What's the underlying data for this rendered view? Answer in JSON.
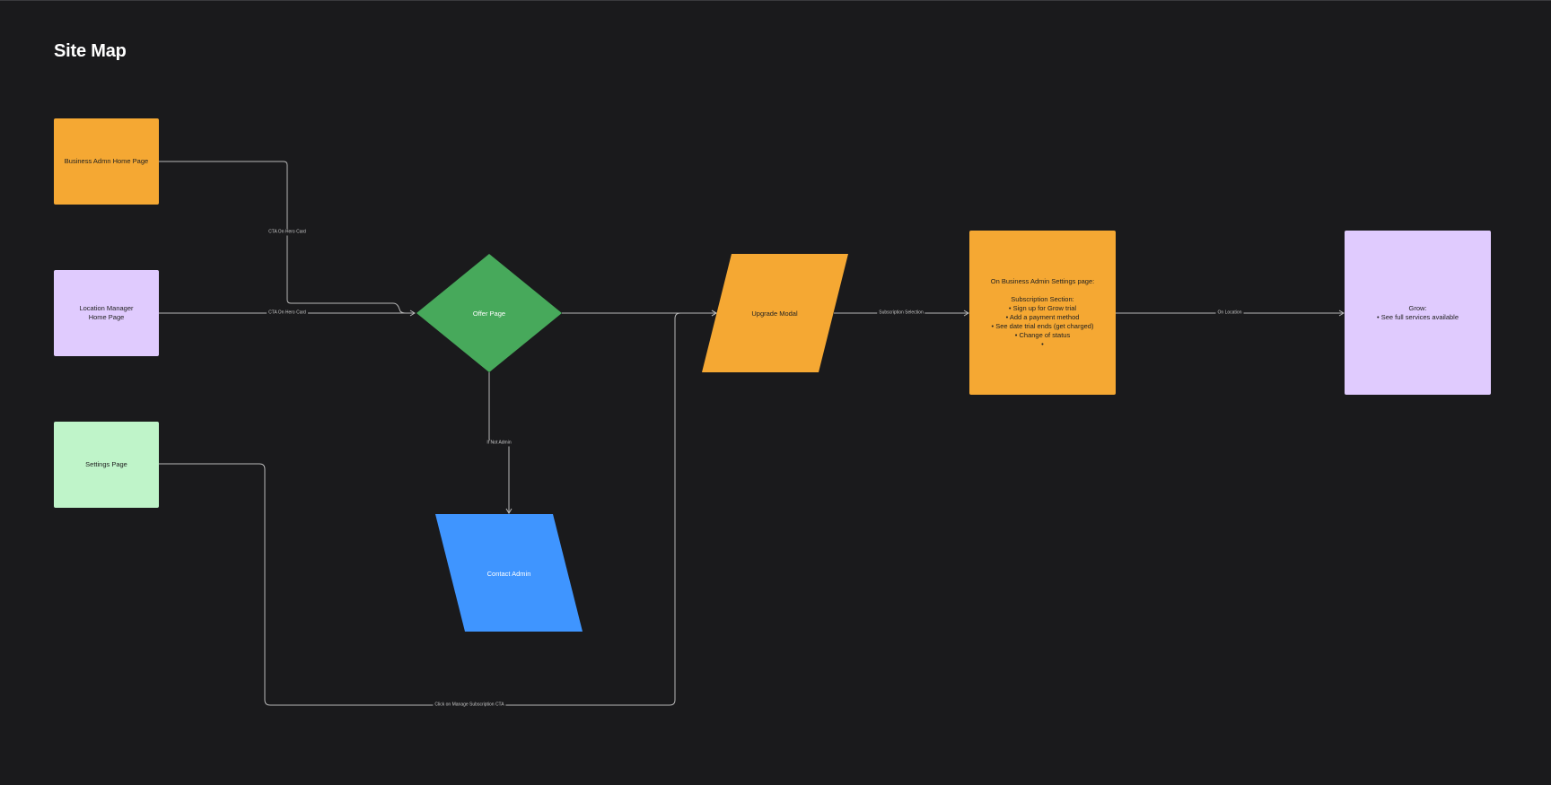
{
  "page": {
    "title": "Site Map"
  },
  "colors": {
    "background": "#1a1a1c",
    "orange": "#f5a833",
    "lavender": "#e0cbfe",
    "mint": "#bff4c9",
    "green": "#47a95b",
    "blue": "#3f95ff",
    "connector": "#b8b8b8"
  },
  "nodes": {
    "business_admin_home": {
      "label": "Business Admn Home Page"
    },
    "location_manager_home": {
      "label_line1": "Location Manager",
      "label_line2": "Home Page"
    },
    "settings_page": {
      "label": "Settings Page"
    },
    "offer_page": {
      "label": "Offer Page"
    },
    "contact_admin": {
      "label": "Contact Admin"
    },
    "upgrade_modal": {
      "label": "Upgrade Modal"
    },
    "settings_details": {
      "heading": "On Business Admin Settings page:",
      "subheading": "Subscription Section:",
      "items": [
        "Sign up for Grow trial",
        "Add a payment method",
        "See date trial ends (get charged)",
        "Change of status",
        ""
      ]
    },
    "grow": {
      "heading": "Grow:",
      "items": [
        "See full services available"
      ]
    }
  },
  "edges": {
    "cta_hero_top": "CTA On Hero Card",
    "cta_hero_mid": "CTA On Hero Card",
    "if_not_admin": "If Not Admin",
    "subscription_selection": "Subscription Selection",
    "on_location": "On Location",
    "manage_subscription": "Click on Manage Subscription CTA"
  }
}
